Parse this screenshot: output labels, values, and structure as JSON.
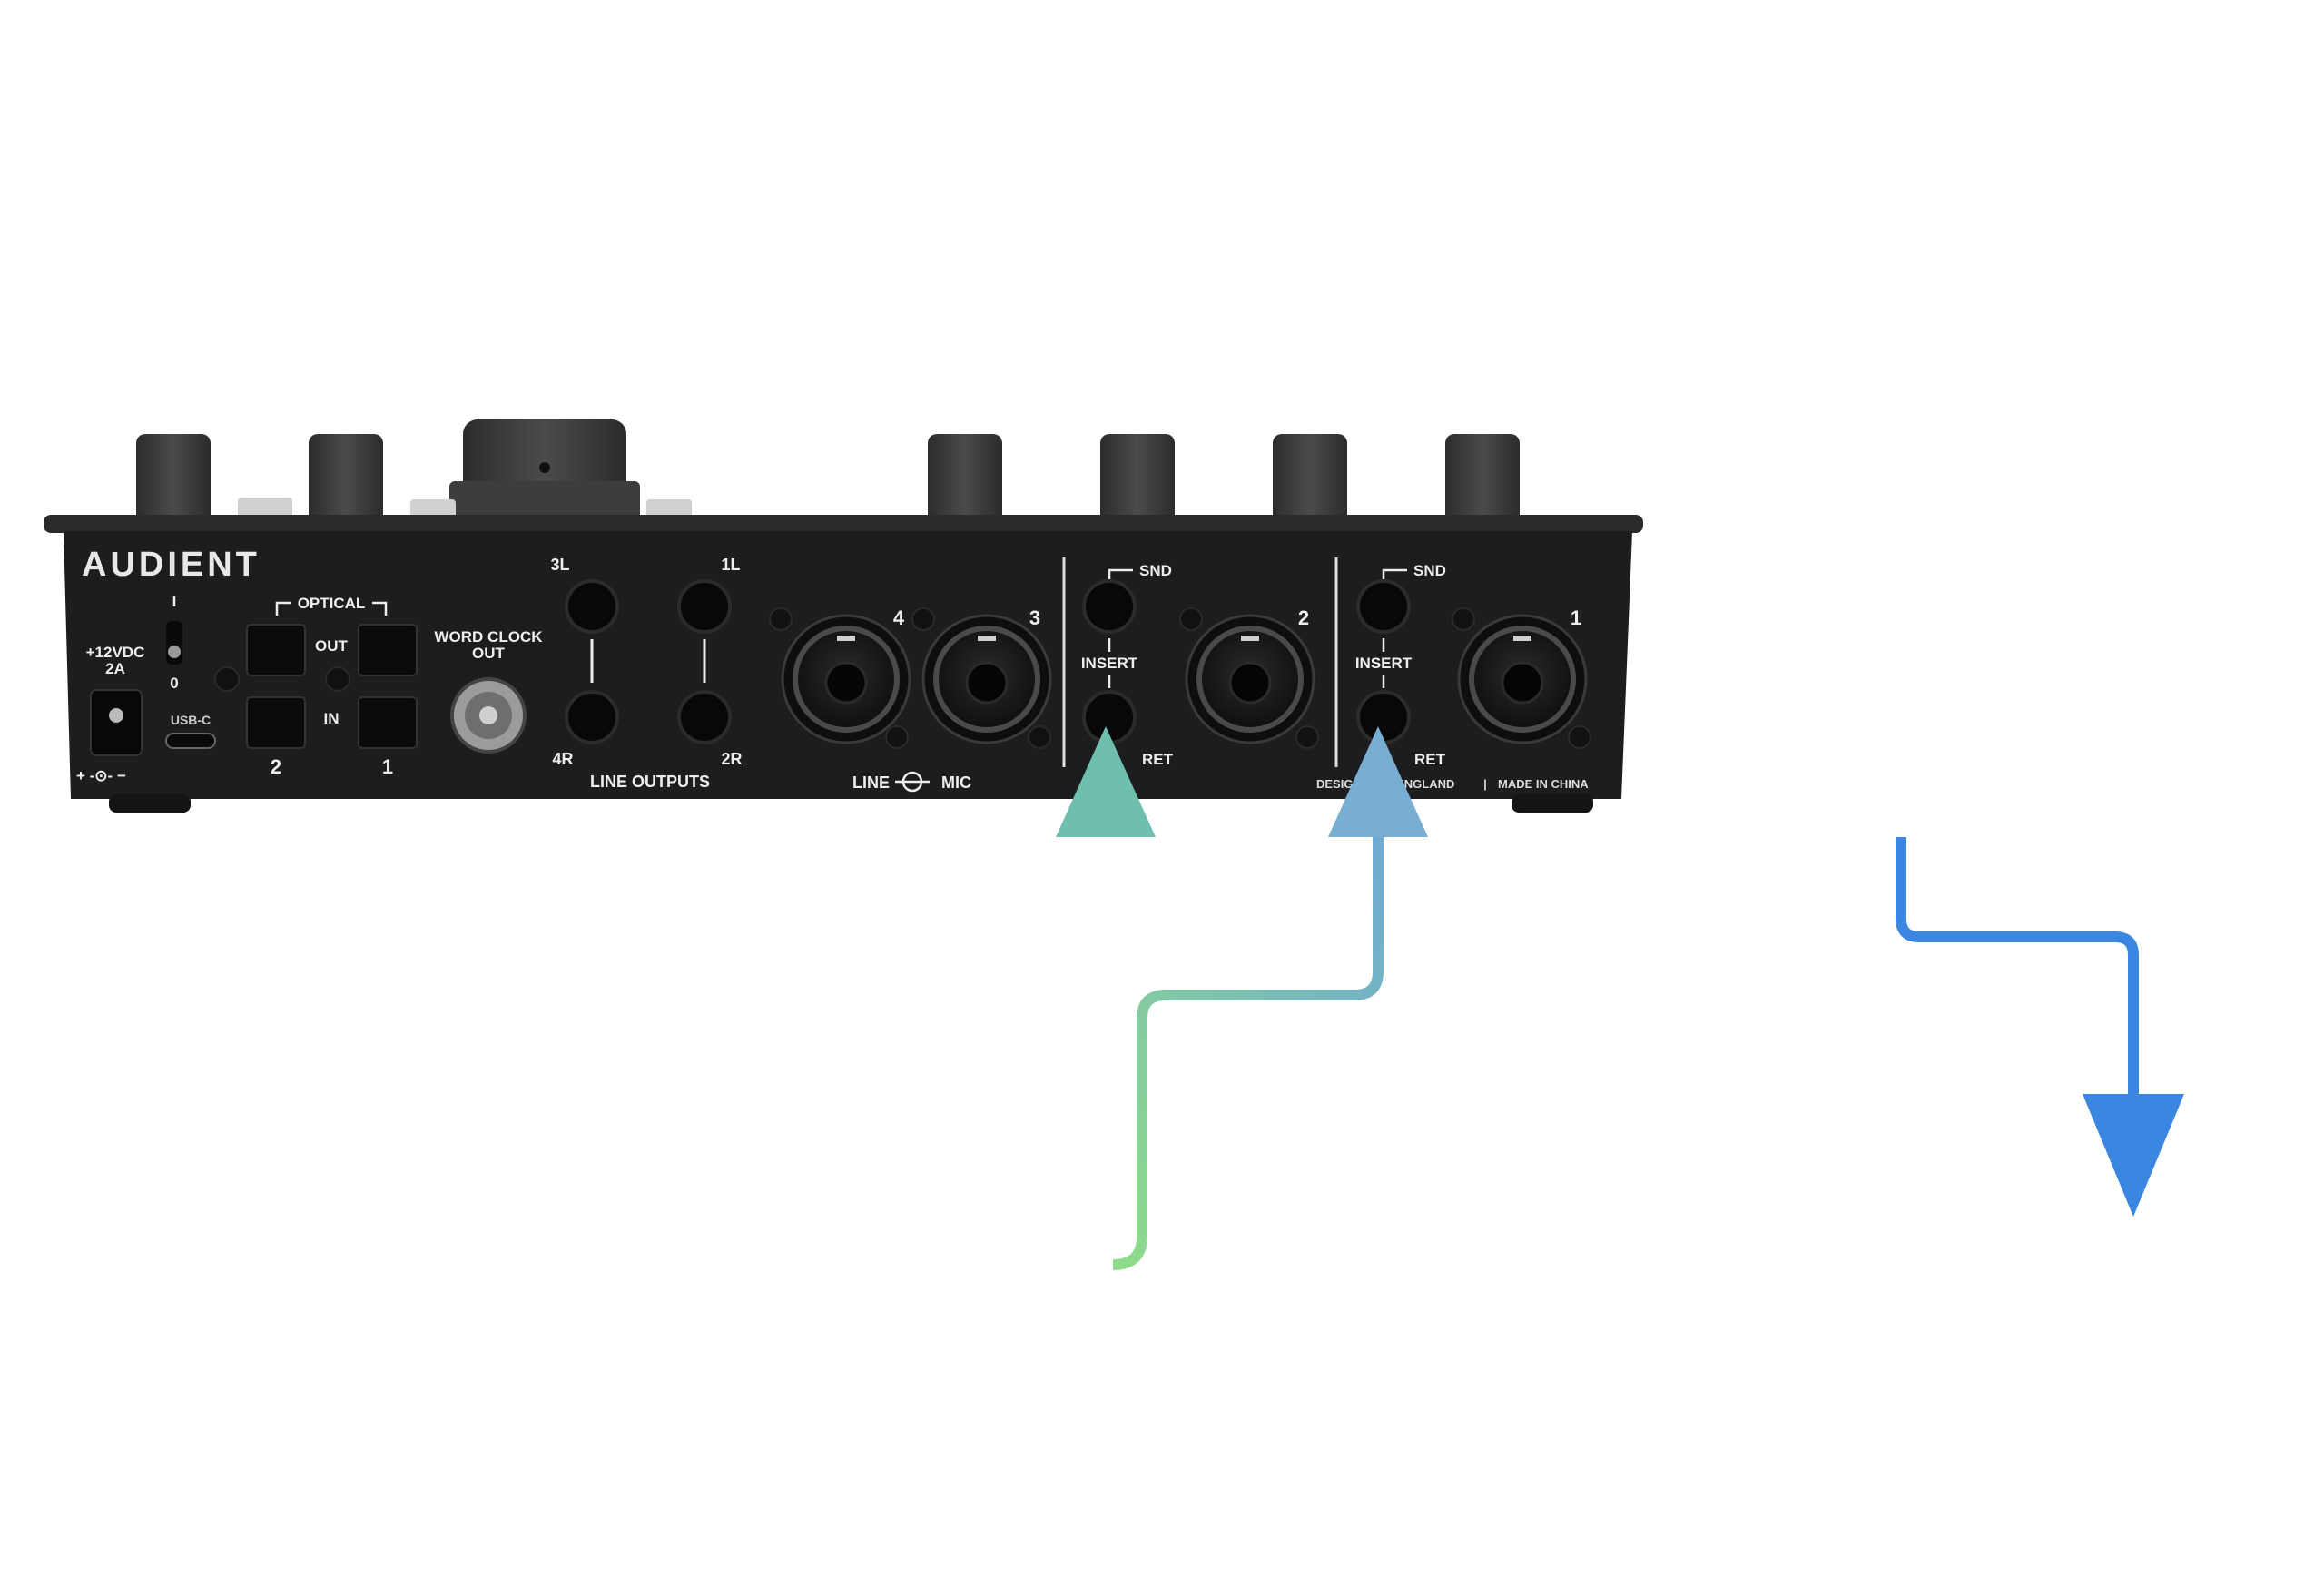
{
  "device": {
    "brand": "AUDIENT",
    "power": {
      "rating": "+12VDC",
      "current": "2A",
      "polarity": "+ -⊙- −"
    },
    "switch": {
      "on": "I",
      "off": "0"
    },
    "usb": "USB-C",
    "optical": {
      "title": "OPTICAL",
      "out": "OUT",
      "in": "IN",
      "port1": "1",
      "port2": "2"
    },
    "word_clock": {
      "line1": "WORD CLOCK",
      "line2": "OUT"
    },
    "line_outputs": {
      "title": "LINE OUTPUTS",
      "j3l": "3L",
      "j4r": "4R",
      "j1l": "1L",
      "j2r": "2R"
    },
    "mic_inputs": {
      "ch4": "4",
      "ch3": "3",
      "ch2": "2",
      "ch1": "1",
      "legend_line": "LINE",
      "legend_mic": "MIC"
    },
    "insert_a": {
      "snd": "SND",
      "insert": "INSERT",
      "ret": "RET"
    },
    "insert_b": {
      "snd": "SND",
      "insert": "INSERT",
      "ret": "RET"
    },
    "footer": {
      "designed": "DESIGNED IN ENGLAND",
      "sep": "|",
      "made": "MADE IN CHINA"
    }
  },
  "colors": {
    "chassis": "#1c1d1f",
    "knob": "#3a3b3d",
    "arrow_green": "#86d68d",
    "arrow_teal": "#7fb9c9",
    "arrow_blue": "#3b86e0"
  }
}
